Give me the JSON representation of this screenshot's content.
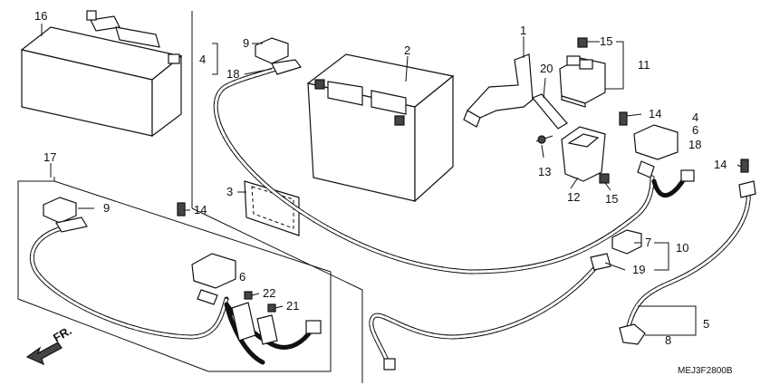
{
  "diagram": {
    "callouts": [
      {
        "id": "c16",
        "text": "16"
      },
      {
        "id": "c9a",
        "text": "9"
      },
      {
        "id": "c4a",
        "text": "4"
      },
      {
        "id": "c18a",
        "text": "18"
      },
      {
        "id": "c2",
        "text": "2"
      },
      {
        "id": "c1",
        "text": "1"
      },
      {
        "id": "c15a",
        "text": "15"
      },
      {
        "id": "c11",
        "text": "11"
      },
      {
        "id": "c20",
        "text": "20"
      },
      {
        "id": "c14a",
        "text": "14"
      },
      {
        "id": "c4b",
        "text": "4"
      },
      {
        "id": "c6a",
        "text": "6"
      },
      {
        "id": "c18b",
        "text": "18"
      },
      {
        "id": "c14b",
        "text": "14"
      },
      {
        "id": "c17",
        "text": "17"
      },
      {
        "id": "c9b",
        "text": "9"
      },
      {
        "id": "c14c",
        "text": "14"
      },
      {
        "id": "c3",
        "text": "3"
      },
      {
        "id": "c13",
        "text": "13"
      },
      {
        "id": "c12",
        "text": "12"
      },
      {
        "id": "c15b",
        "text": "15"
      },
      {
        "id": "c7",
        "text": "7"
      },
      {
        "id": "c10",
        "text": "10"
      },
      {
        "id": "c19",
        "text": "19"
      },
      {
        "id": "c6b",
        "text": "6"
      },
      {
        "id": "c22",
        "text": "22"
      },
      {
        "id": "c21",
        "text": "21"
      },
      {
        "id": "c5",
        "text": "5"
      },
      {
        "id": "c8",
        "text": "8"
      }
    ],
    "direction_label": "FR.",
    "diagram_code": "MEJ3F2800B"
  }
}
